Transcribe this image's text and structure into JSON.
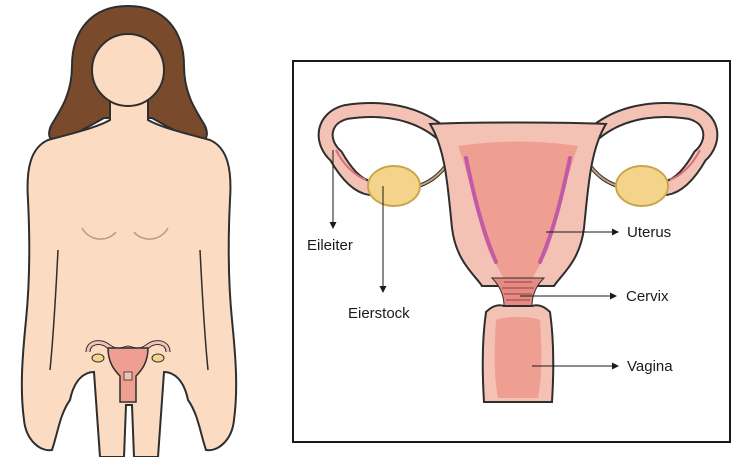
{
  "labels": {
    "fallopian_tube": "Eileiter",
    "ovary": "Eierstock",
    "uterus": "Uterus",
    "cervix": "Cervix",
    "vagina": "Vagina"
  },
  "colors": {
    "skin": "#fbdcc2",
    "outline": "#2e2e2e",
    "hair": "#7a4a2c",
    "organ_light": "#f4c2b5",
    "organ_mid": "#ef9e92",
    "organ_dark": "#d9707a",
    "accent_purple": "#c25aa6",
    "ovary": "#f3d48a"
  }
}
